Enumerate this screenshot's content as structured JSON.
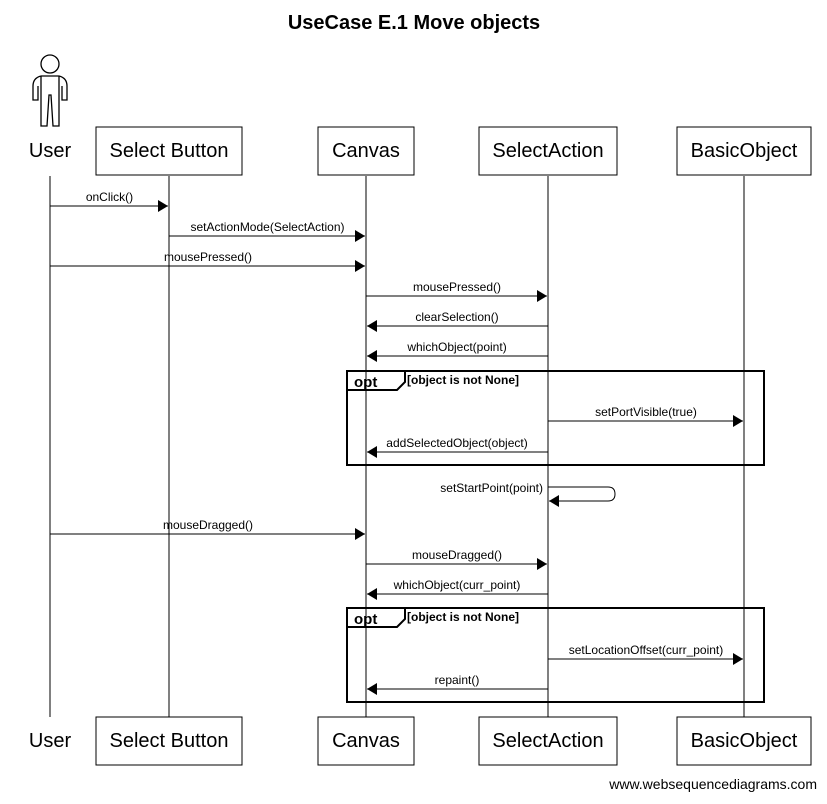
{
  "title": "UseCase E.1 Move objects",
  "footer": "www.websequencediagrams.com",
  "participants": [
    {
      "id": "user",
      "label": "User",
      "kind": "actor"
    },
    {
      "id": "select_button",
      "label": "Select Button",
      "kind": "box"
    },
    {
      "id": "canvas",
      "label": "Canvas",
      "kind": "box"
    },
    {
      "id": "select_action",
      "label": "SelectAction",
      "kind": "box"
    },
    {
      "id": "basic_object",
      "label": "BasicObject",
      "kind": "box"
    }
  ],
  "messages": [
    {
      "from": "user",
      "to": "select_button",
      "label": "onClick()"
    },
    {
      "from": "select_button",
      "to": "canvas",
      "label": "setActionMode(SelectAction)"
    },
    {
      "from": "user",
      "to": "canvas",
      "label": "mousePressed()"
    },
    {
      "from": "canvas",
      "to": "select_action",
      "label": "mousePressed()"
    },
    {
      "from": "select_action",
      "to": "canvas",
      "label": "clearSelection()"
    },
    {
      "from": "select_action",
      "to": "canvas",
      "label": "whichObject(point)"
    },
    {
      "from": "select_action",
      "to": "basic_object",
      "label": "setPortVisible(true)"
    },
    {
      "from": "select_action",
      "to": "canvas",
      "label": "addSelectedObject(object)"
    },
    {
      "from": "select_action",
      "to": "select_action",
      "label": "setStartPoint(point)"
    },
    {
      "from": "user",
      "to": "canvas",
      "label": "mouseDragged()"
    },
    {
      "from": "canvas",
      "to": "select_action",
      "label": "mouseDragged()"
    },
    {
      "from": "select_action",
      "to": "canvas",
      "label": "whichObject(curr_point)"
    },
    {
      "from": "select_action",
      "to": "basic_object",
      "label": "setLocationOffset(curr_point)"
    },
    {
      "from": "select_action",
      "to": "canvas",
      "label": "repaint()"
    }
  ],
  "fragments": [
    {
      "keyword": "opt",
      "condition": "[object is not None]"
    },
    {
      "keyword": "opt",
      "condition": "[object is not None]"
    }
  ]
}
